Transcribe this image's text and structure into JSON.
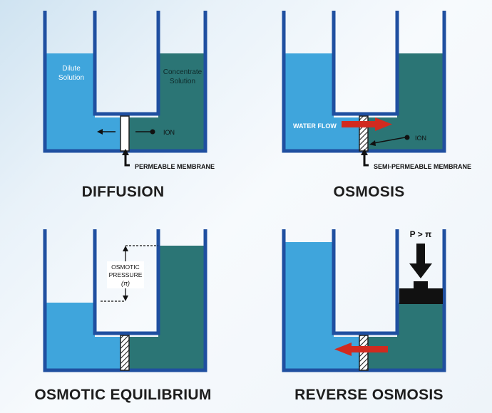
{
  "panels": {
    "diffusion": {
      "title": "DIFFUSION",
      "left_solution": [
        "Dilute",
        "Solution"
      ],
      "right_solution": [
        "Concentrate",
        "Solution"
      ],
      "ion_label": "ION",
      "membrane_label": "PERMEABLE MEMBRANE"
    },
    "osmosis": {
      "title": "OSMOSIS",
      "flow_label": "WATER FLOW",
      "ion_label": "ION",
      "membrane_label": "SEMI-PERMEABLE MEMBRANE"
    },
    "equilibrium": {
      "title": "OSMOTIC EQUILIBRIUM",
      "pressure_label": [
        "OSMOTIC",
        "PRESSURE",
        "(π)"
      ]
    },
    "reverse": {
      "title": "REVERSE OSMOSIS",
      "pressure_label": "P > π"
    }
  },
  "colors": {
    "tank_wall": "#1f4fa0",
    "dilute_water": "#3fa5dc",
    "concentrate_water": "#2b7575",
    "flow_arrow": "#d12a1f",
    "label_text": "#1d1d1d"
  }
}
